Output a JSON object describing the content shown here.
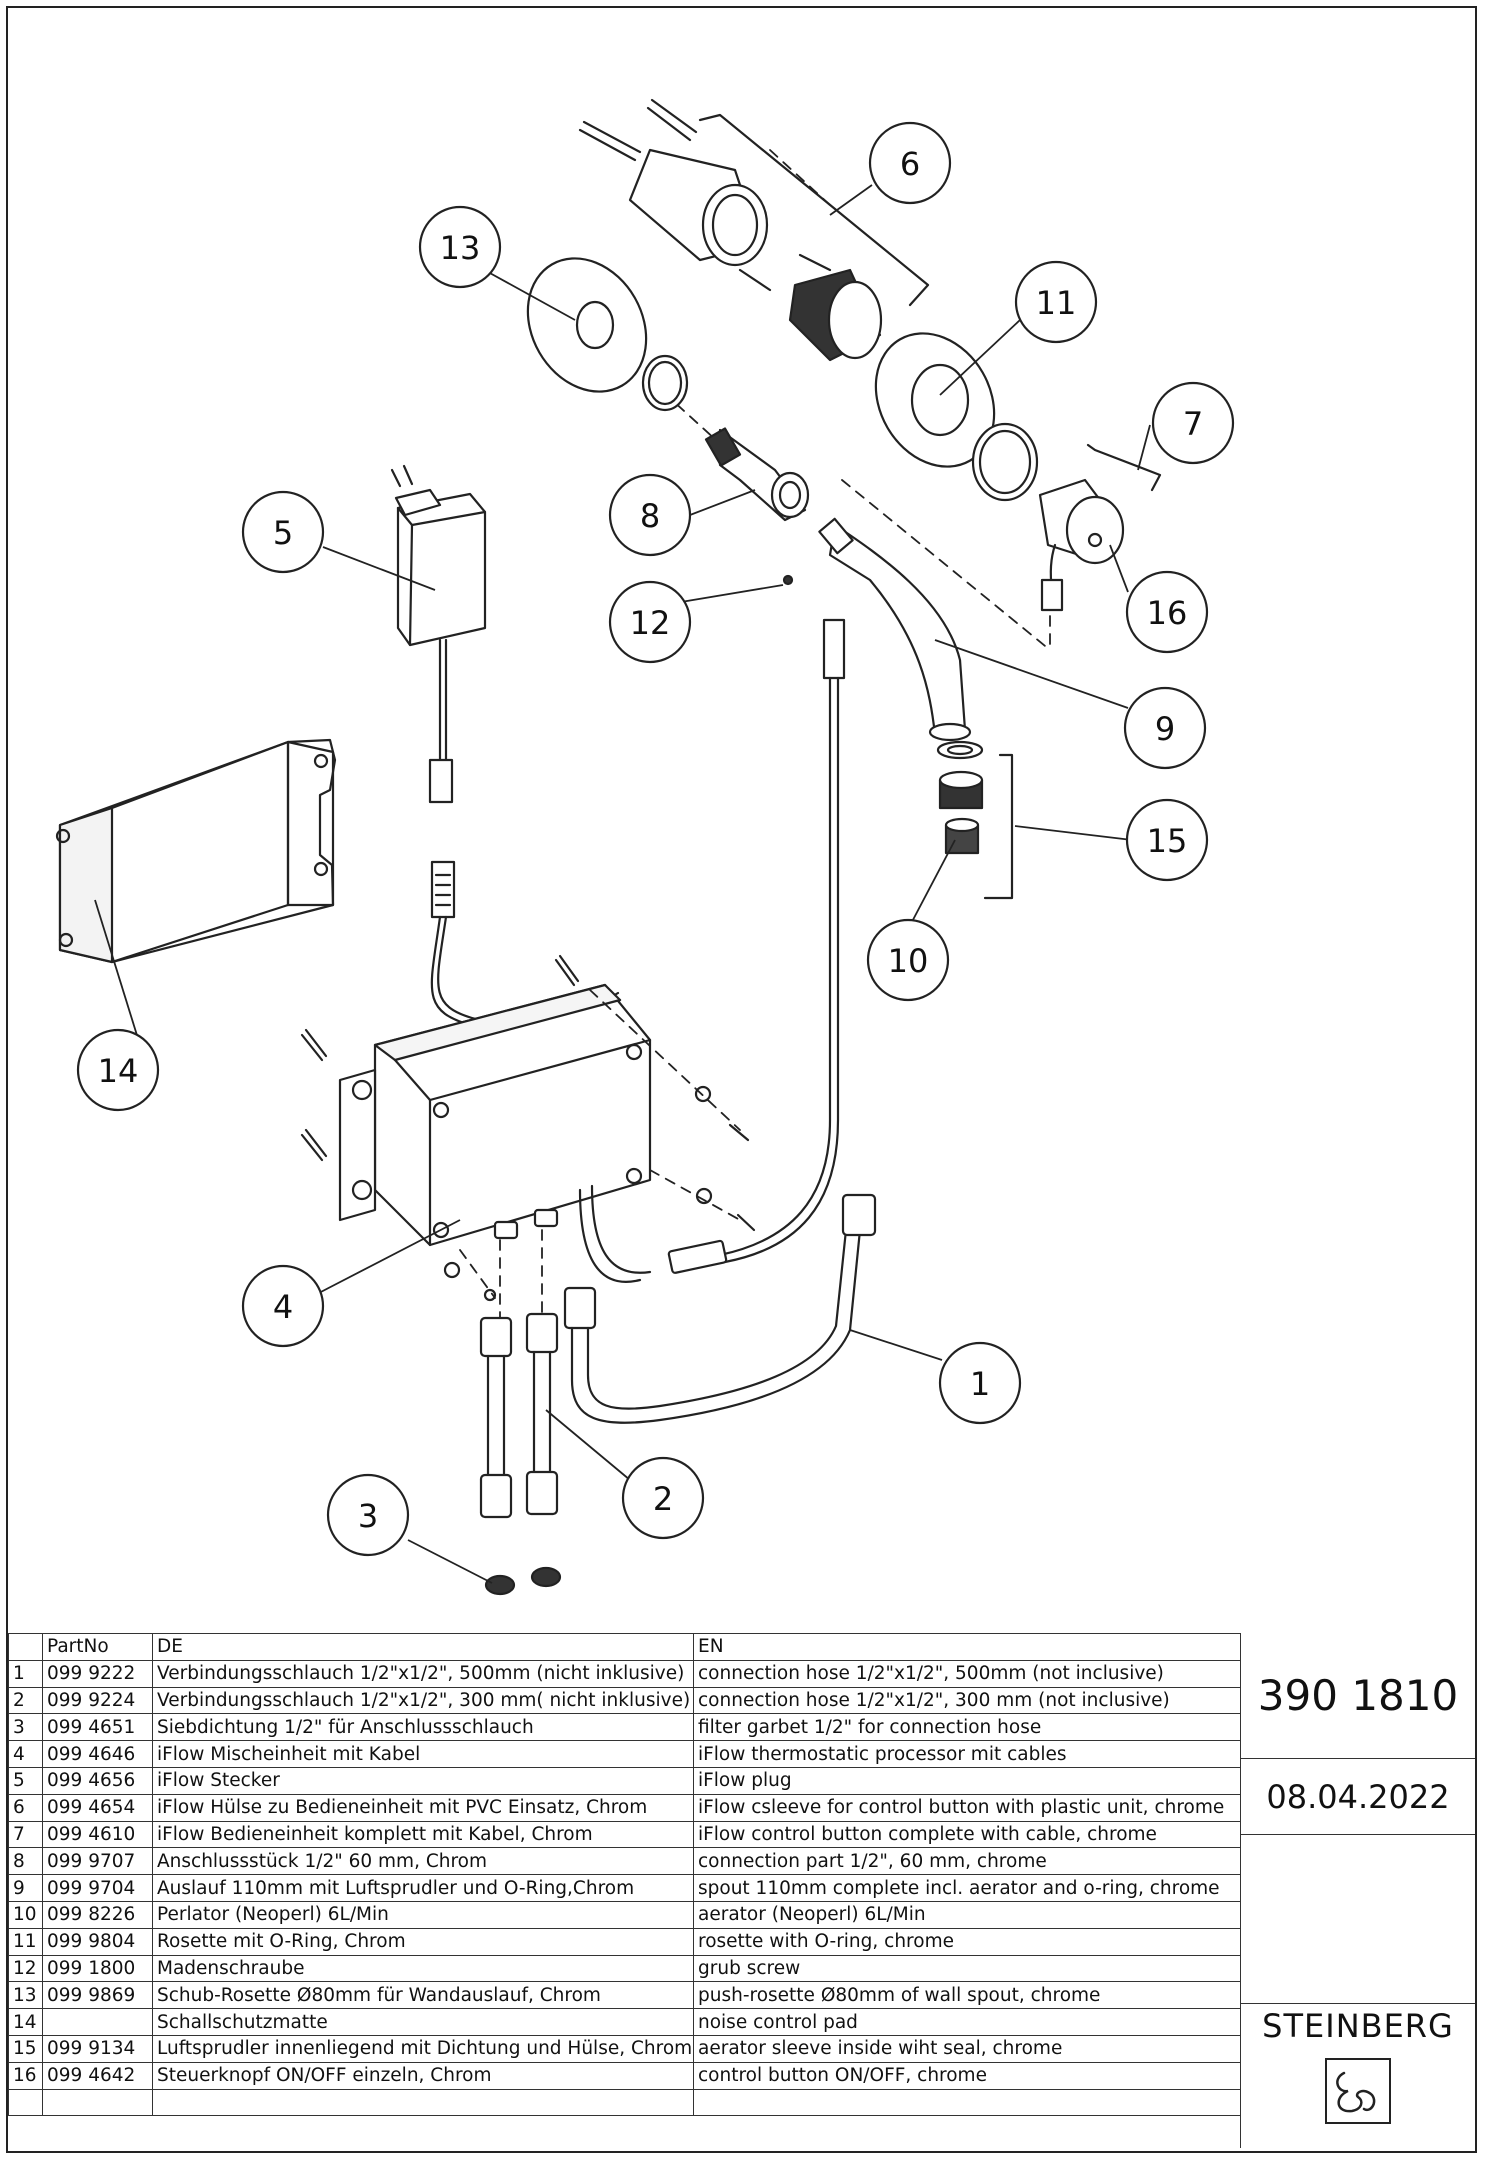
{
  "callouts": [
    "1",
    "2",
    "3",
    "4",
    "5",
    "6",
    "7",
    "8",
    "9",
    "10",
    "11",
    "12",
    "13",
    "14",
    "15",
    "16"
  ],
  "table": {
    "headers": {
      "num": "",
      "partno": "PartNo",
      "de": "DE",
      "en": "EN"
    },
    "rows": [
      {
        "num": "1",
        "partno": "099 9222",
        "de": "Verbindungsschlauch 1/2\"x1/2\", 500mm (nicht inklusive)",
        "en": "connection hose 1/2\"x1/2\", 500mm (not inclusive)"
      },
      {
        "num": "2",
        "partno": "099 9224",
        "de": "Verbindungsschlauch 1/2\"x1/2\", 300 mm( nicht inklusive)",
        "en": "connection hose 1/2\"x1/2\", 300 mm (not inclusive)"
      },
      {
        "num": "3",
        "partno": "099 4651",
        "de": "Siebdichtung 1/2\" für Anschlussschlauch",
        "en": "filter garbet 1/2\" for connection hose"
      },
      {
        "num": "4",
        "partno": "099 4646",
        "de": "iFlow Mischeinheit mit Kabel",
        "en": "iFlow thermostatic processor mit cables"
      },
      {
        "num": "5",
        "partno": "099 4656",
        "de": "iFlow Stecker",
        "en": "iFlow plug"
      },
      {
        "num": "6",
        "partno": "099 4654",
        "de": "iFlow Hülse zu Bedieneinheit mit PVC Einsatz, Chrom",
        "en": "iFlow csleeve for control button with plastic unit, chrome"
      },
      {
        "num": "7",
        "partno": "099 4610",
        "de": "iFlow Bedieneinheit komplett mit Kabel, Chrom",
        "en": "iFlow control button complete with cable, chrome"
      },
      {
        "num": "8",
        "partno": "099 9707",
        "de": "Anschlussstück 1/2\" 60 mm, Chrom",
        "en": "connection part 1/2\", 60 mm, chrome"
      },
      {
        "num": "9",
        "partno": "099  9704",
        "de": "Auslauf 110mm mit Luftsprudler und O-Ring,Chrom",
        "en": "spout 110mm complete incl. aerator and o-ring, chrome"
      },
      {
        "num": "10",
        "partno": "099 8226",
        "de": "Perlator (Neoperl) 6L/Min",
        "en": "aerator  (Neoperl) 6L/Min"
      },
      {
        "num": "11",
        "partno": "099 9804",
        "de": "Rosette mit O-Ring, Chrom",
        "en": "rosette with O-ring, chrome"
      },
      {
        "num": "12",
        "partno": "099 1800",
        "de": "Madenschraube",
        "en": "grub screw"
      },
      {
        "num": "13",
        "partno": "099 9869",
        "de": "Schub-Rosette Ø80mm für Wandauslauf, Chrom",
        "en": "push-rosette Ø80mm of wall spout, chrome"
      },
      {
        "num": "14",
        "partno": "",
        "de": "Schallschutzmatte",
        "en": "noise control pad"
      },
      {
        "num": "15",
        "partno": "099 9134",
        "de": "Luftsprudler innenliegend mit Dichtung und Hülse, Chrom",
        "en": "aerator sleeve inside wiht seal, chrome"
      },
      {
        "num": "16",
        "partno": "099 4642",
        "de": "Steuerknopf ON/OFF einzeln, Chrom",
        "en": "control button ON/OFF, chrome"
      },
      {
        "num": "",
        "partno": "",
        "de": "",
        "en": ""
      }
    ]
  },
  "title_block": {
    "number": "390 1810",
    "date": "08.04.2022",
    "brand": "STEINBERG"
  }
}
